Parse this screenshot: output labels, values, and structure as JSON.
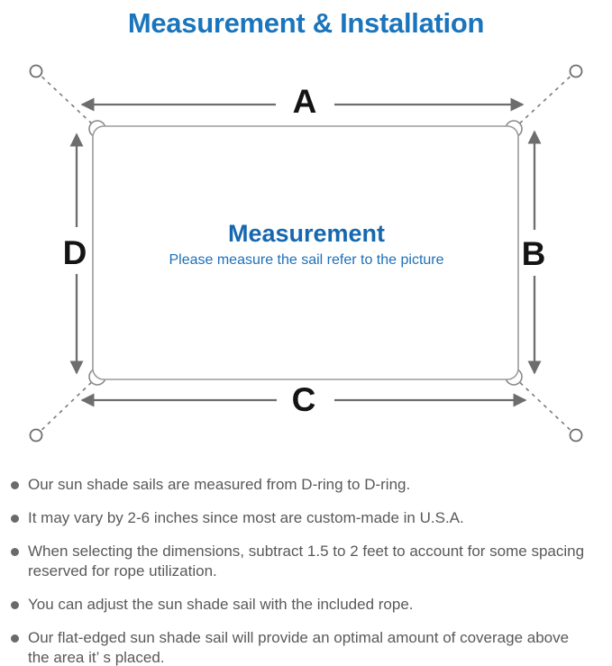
{
  "title": "Measurement & Installation",
  "diagram": {
    "side_labels": {
      "top": "A",
      "right": "B",
      "bottom": "C",
      "left": "D"
    },
    "center_title": "Measurement",
    "center_subtitle": "Please measure the sail refer to the picture"
  },
  "notes": [
    "Our sun shade sails are measured from D-ring to D-ring.",
    "It may vary by 2-6 inches since most are custom-made in U.S.A.",
    "When selecting the dimensions, subtract 1.5 to 2 feet to account for some spacing\nreserved for rope utilization.",
    "You can adjust the sun shade sail with the included rope.",
    "Our flat-edged sun shade sail will provide an optimal amount of coverage above\nthe area it’ s placed."
  ],
  "colors": {
    "title_blue": "#1b75bc",
    "center_blue": "#1568b0",
    "subtitle_blue": "#1e70b8",
    "body_gray": "#595959",
    "line_gray": "#6d6d6d",
    "sail_border_gray": "#9b9b9b"
  }
}
